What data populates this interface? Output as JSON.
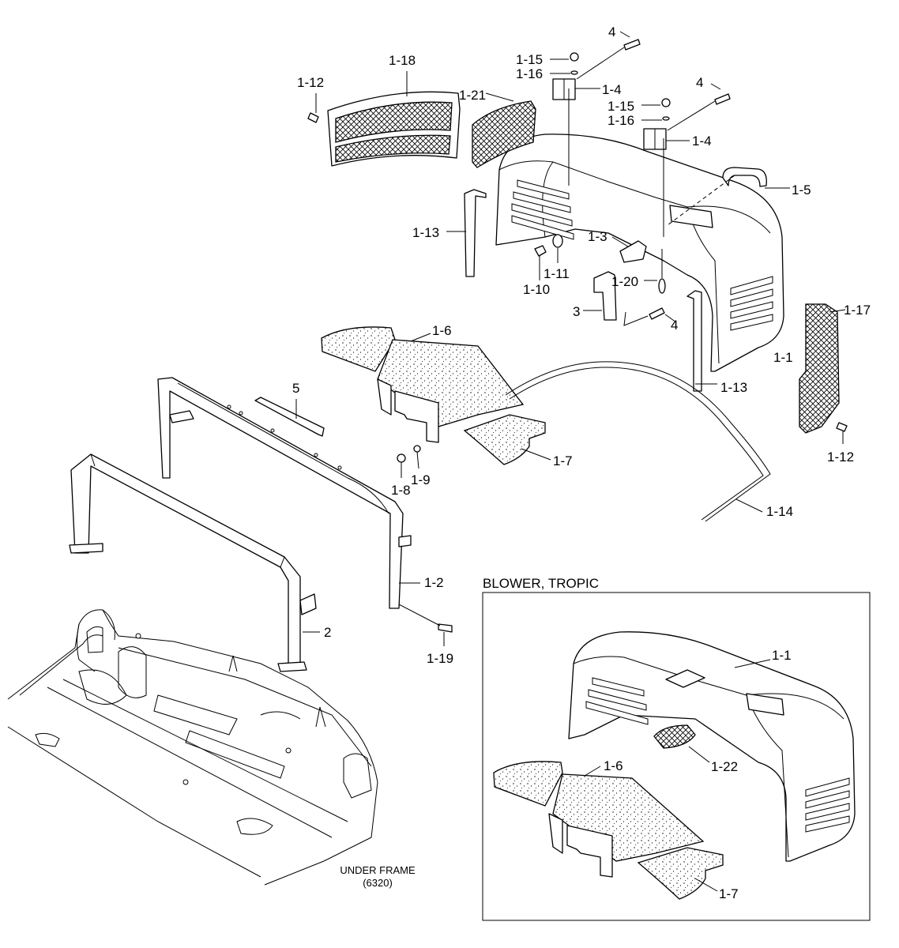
{
  "labels": {
    "p1_1": "1-1",
    "p1_2": "1-2",
    "p1_3": "1-3",
    "p1_4a": "1-4",
    "p1_4b": "1-4",
    "p1_5": "1-5",
    "p1_6": "1-6",
    "p1_7": "1-7",
    "p1_8": "1-8",
    "p1_9": "1-9",
    "p1_10": "1-10",
    "p1_11": "1-11",
    "p1_12a": "1-12",
    "p1_12b": "1-12",
    "p1_13a": "1-13",
    "p1_13b": "1-13",
    "p1_14": "1-14",
    "p1_15a": "1-15",
    "p1_15b": "1-15",
    "p1_16a": "1-16",
    "p1_16b": "1-16",
    "p1_17": "1-17",
    "p1_18": "1-18",
    "p1_19": "1-19",
    "p1_20": "1-20",
    "p1_21": "1-21",
    "p2": "2",
    "p3": "3",
    "p4a": "4",
    "p4b": "4",
    "p4c": "4",
    "p5": "5"
  },
  "under_frame": {
    "line1": "UNDER FRAME",
    "line2": "(6320)"
  },
  "inset": {
    "title": "BLOWER, TROPIC",
    "l1_1": "1-1",
    "l1_6": "1-6",
    "l1_7": "1-7",
    "l1_22": "1-22"
  }
}
